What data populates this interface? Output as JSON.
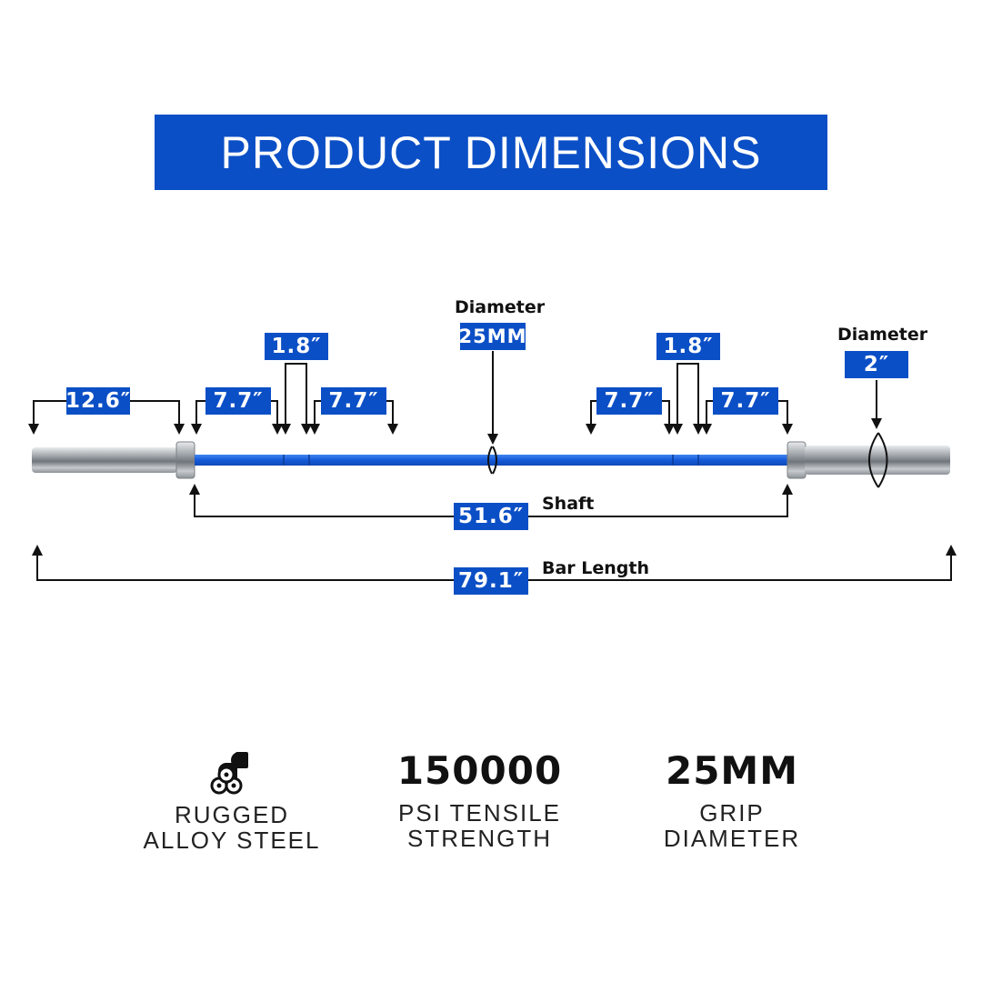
{
  "title": "PRODUCT DIMENSIONS",
  "colors": {
    "accent": "#0b4fc6",
    "bar_blue": "#1565e0",
    "steel": "#b8bcc0"
  },
  "dimensions": {
    "sleeve_length": "12.6″",
    "knurl_left_outer": "7.7″",
    "knurl_left_mark": "1.8″",
    "knurl_left_inner": "7.7″",
    "knurl_right_inner": "7.7″",
    "knurl_right_mark": "1.8″",
    "knurl_right_outer": "7.7″",
    "shaft_diameter_label": "Diameter",
    "shaft_diameter_value": "25MM",
    "sleeve_diameter_label": "Diameter",
    "sleeve_diameter_value": "2″",
    "shaft_length": "51.6″",
    "shaft_label": "Shaft",
    "bar_length": "79.1″",
    "bar_length_label": "Bar Length"
  },
  "features": [
    {
      "icon": "alloy-steel-icon",
      "text_line1": "RUGGED",
      "text_line2": "ALLOY STEEL"
    },
    {
      "headline": "150000",
      "text_line1": "PSI TENSILE",
      "text_line2": "STRENGTH"
    },
    {
      "headline": "25MM",
      "text_line1": "GRIP",
      "text_line2": "DIAMETER"
    }
  ]
}
